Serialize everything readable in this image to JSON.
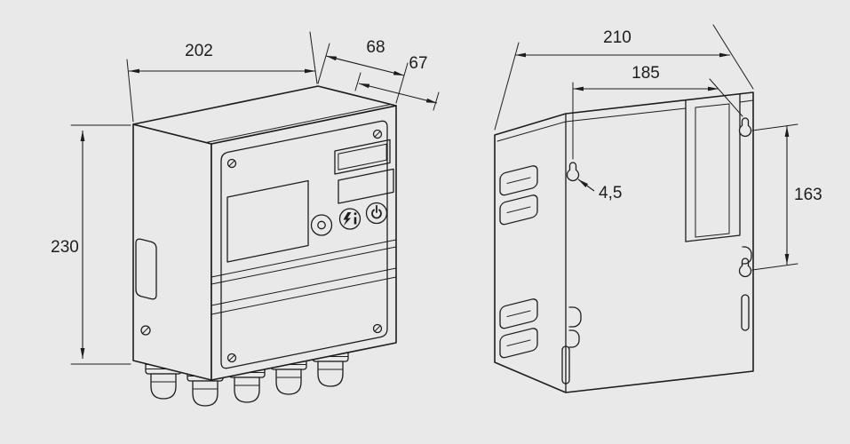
{
  "drawing": {
    "background_color": "#e9e9e9",
    "line_color": "#1d1d1b",
    "front_view": {
      "width_mm": "202",
      "depth_housing_mm": "68",
      "depth_total_mm": "67",
      "height_mm": "230"
    },
    "rear_view": {
      "width_mm": "210",
      "hole_spacing_horizontal_mm": "185",
      "hole_spacing_vertical_mm": "163",
      "hole_diameter_mm": "4,5"
    }
  }
}
